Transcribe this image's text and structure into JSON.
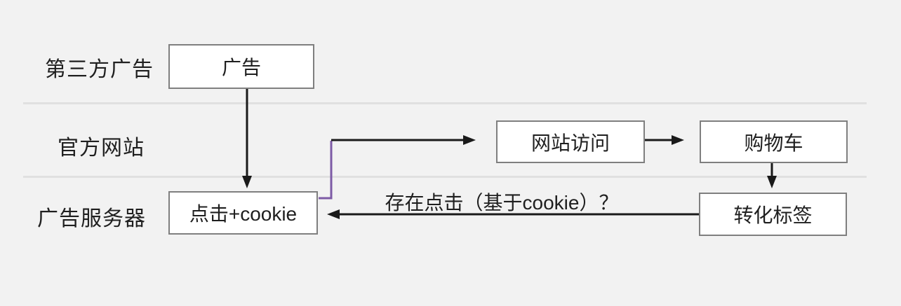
{
  "diagram": {
    "lanes": [
      {
        "label": "第三方广告"
      },
      {
        "label": "官方网站"
      },
      {
        "label": "广告服务器"
      }
    ],
    "nodes": {
      "ad": {
        "label": "广告"
      },
      "site_visit": {
        "label": "网站访问"
      },
      "cart": {
        "label": "购物车"
      },
      "click_cookie": {
        "label": "点击+cookie"
      },
      "conversion_tag": {
        "label": "转化标签"
      }
    },
    "edges": {
      "question_label": "存在点击（基于cookie）？"
    },
    "colors": {
      "background": "#f2f2f2",
      "box_fill": "#ffffff",
      "box_border": "#7f7f7f",
      "line": "#1a1a1a",
      "separator": "#e0e0e0",
      "purple_connector": "#7d5ba6",
      "text": "#1f1f1f"
    }
  }
}
